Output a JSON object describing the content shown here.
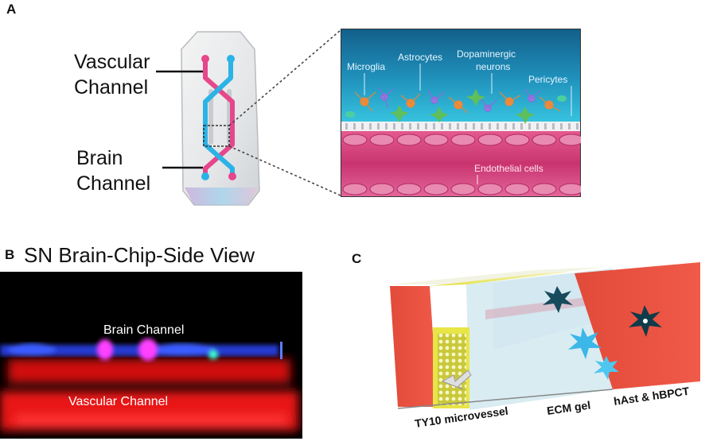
{
  "panels": {
    "a": {
      "letter": "A",
      "chip_labels": {
        "vascular_line1": "Vascular",
        "vascular_line2": "Channel",
        "brain_line1": "Brain",
        "brain_line2": "Channel"
      },
      "zoom_labels": {
        "microglia": "Microglia",
        "astrocytes": "Astrocytes",
        "dopaminergic_line1": "Dopaminergic",
        "dopaminergic_line2": "neurons",
        "pericytes": "Pericytes",
        "endothelial": "Endothelial cells"
      }
    },
    "b": {
      "letter": "B",
      "title": "SN Brain-Chip-Side View",
      "brain_channel": "Brain Channel",
      "vascular_channel": "Vascular Channel"
    },
    "c": {
      "letter": "C",
      "labels": {
        "microvessel": "TY10 microvessel",
        "ecm": "ECM gel",
        "cells": "hAst & hBPCT"
      }
    }
  },
  "colors": {
    "vascular_channel": "#e6468c",
    "brain_channel": "#2bb3e6",
    "endothelial_layer": "#d8457a",
    "brain_layer": "#1f7fa8",
    "fluor_red": "#ff1a1a",
    "fluor_blue": "#2a4dff",
    "fluor_magenta": "#ff3cff",
    "wall_red": "#ea4a3c",
    "microvessel_yellow": "#e9e64a"
  }
}
